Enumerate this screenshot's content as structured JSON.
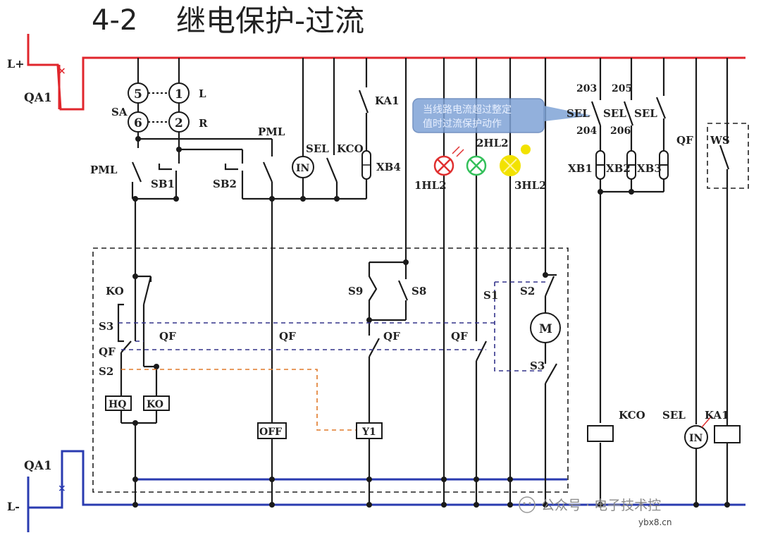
{
  "title": {
    "number": "4-2",
    "text": "继电保护-过流"
  },
  "labels": {
    "l_plus": "L+",
    "l_minus": "L-",
    "qa1_top": "QA1",
    "qa1_bottom": "QA1",
    "sa": "SA",
    "terminal_5": "5",
    "terminal_1": "1",
    "terminal_6": "6",
    "terminal_2": "2",
    "l": "L",
    "r": "R",
    "pml_left": "PML",
    "pml_top": "PML",
    "sb1": "SB1",
    "sb2": "SB2",
    "sel_in": "SEL",
    "in_meter": "IN",
    "kco_top": "KCO",
    "ka1_top": "KA1",
    "xb4": "XB4",
    "hl1": "1HL2",
    "hl2": "2HL2",
    "hl3": "3HL2",
    "t203": "203",
    "t205": "205",
    "t204": "204",
    "t206": "206",
    "sel1": "SEL",
    "sel2": "SEL",
    "sel3": "SEL",
    "xb1": "XB1",
    "xb2": "XB2",
    "xb3": "XB3",
    "qf_right": "QF",
    "ws": "WS",
    "ko_top": "KO",
    "s3_left": "S3",
    "qf_left": "QF",
    "s2_left": "S2",
    "qf_mid1": "QF",
    "qf_mid2": "QF",
    "qf_mid3": "QF",
    "qf_mid4": "QF",
    "hq": "HQ",
    "ko_box": "KO",
    "off": "OFF",
    "y1": "Y1",
    "s9": "S9",
    "s8": "S8",
    "s1": "S1",
    "s2_right": "S2",
    "m": "M",
    "s3_right": "S3",
    "kco_bottom": "KCO",
    "sel_bottom": "SEL",
    "ka1_bottom": "KA1",
    "in_bottom": "IN"
  },
  "callout": {
    "line1": "当线路电流超过整定",
    "line2": "值时过流保护动作"
  },
  "watermark": {
    "text": "公众号 · 电子技术控",
    "site": "ybx8.cn"
  },
  "colors": {
    "plus_bus": "#e0262c",
    "minus_bus": "#2a3bb0",
    "wire": "#1a1a1a",
    "dash_blue": "#33338a",
    "dash_orange": "#e07a2a",
    "lamp_red": "#e03030",
    "lamp_green": "#34c05a",
    "lamp_yellow": "#f2e200",
    "callout_bg": "#7fa3d6"
  }
}
